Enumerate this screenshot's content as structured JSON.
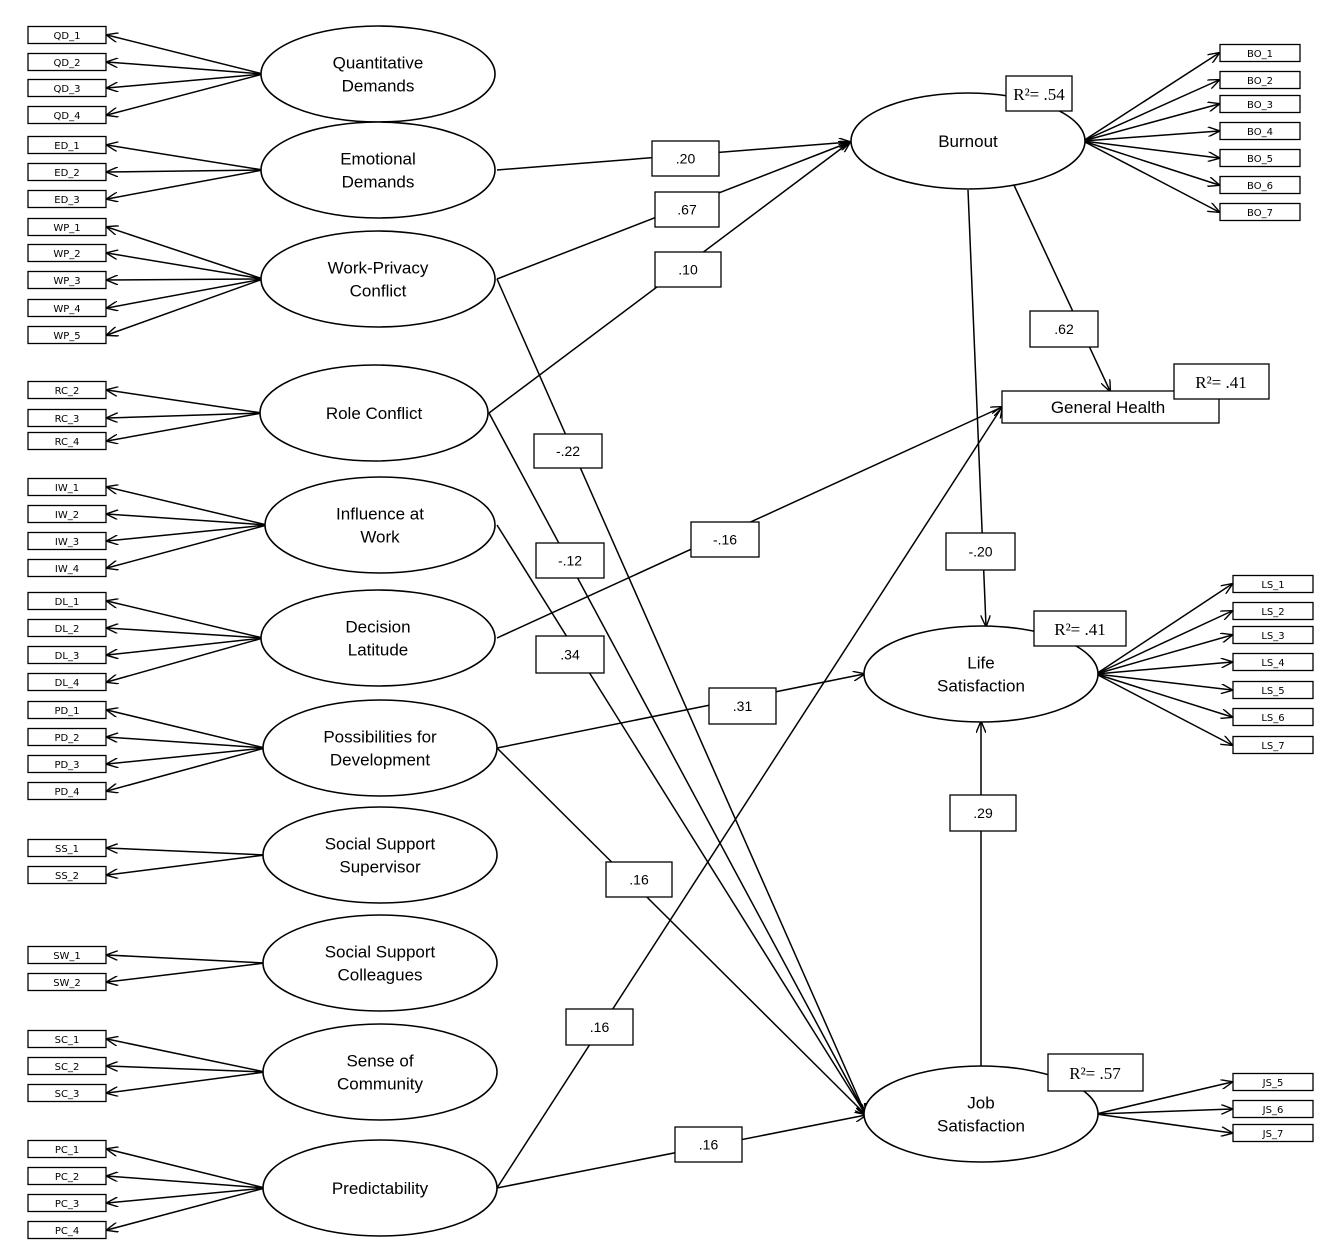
{
  "latents": {
    "qd": [
      "Quantitative",
      "Demands"
    ],
    "ed": [
      "Emotional",
      "Demands"
    ],
    "wp": [
      "Work-Privacy",
      "Conflict"
    ],
    "rc": [
      "Role Conflict"
    ],
    "iw": [
      "Influence at",
      "Work"
    ],
    "dl": [
      "Decision",
      "Latitude"
    ],
    "pd": [
      "Possibilities  for",
      "Development"
    ],
    "ss": [
      "Social Support",
      "Supervisor"
    ],
    "sw": [
      "Social Support",
      "Colleagues"
    ],
    "sc": [
      "Sense of",
      "Community"
    ],
    "pc": [
      "Predictability"
    ],
    "bo": [
      "Burnout"
    ],
    "ls": [
      "Life",
      "Satisfaction"
    ],
    "js": [
      "Job",
      "Satisfaction"
    ]
  },
  "general_health": "General Health",
  "indicators": {
    "qd": [
      "QD_1",
      "QD_2",
      "QD_3",
      "QD_4"
    ],
    "ed": [
      "ED_1",
      "ED_2",
      "ED_3"
    ],
    "wp": [
      "WP_1",
      "WP_2",
      "WP_3",
      "WP_4",
      "WP_5"
    ],
    "rc": [
      "RC_2",
      "RC_3",
      "RC_4"
    ],
    "iw": [
      "IW_1",
      "IW_2",
      "IW_3",
      "IW_4"
    ],
    "dl": [
      "DL_1",
      "DL_2",
      "DL_3",
      "DL_4"
    ],
    "pd": [
      "PD_1",
      "PD_2",
      "PD_3",
      "PD_4"
    ],
    "ss": [
      "SS_1",
      "SS_2"
    ],
    "sw": [
      "SW_1",
      "SW_2"
    ],
    "sc": [
      "SC_1",
      "SC_2",
      "SC_3"
    ],
    "pc": [
      "PC_1",
      "PC_2",
      "PC_3",
      "PC_4"
    ],
    "bo": [
      "BO_1",
      "BO_2",
      "BO_3",
      "BO_4",
      "BO_5",
      "BO_6",
      "BO_7"
    ],
    "ls": [
      "LS_1",
      "LS_2",
      "LS_3",
      "LS_4",
      "LS_5",
      "LS_6",
      "LS_7"
    ],
    "js": [
      "JS_5",
      "JS_6",
      "JS_7"
    ]
  },
  "paths": [
    {
      "from": "Emotional Demands",
      "to": "Burnout",
      "label": ".20"
    },
    {
      "from": "Work-Privacy Conflict",
      "to": "Burnout",
      "label": ".67"
    },
    {
      "from": "Role Conflict",
      "to": "Burnout",
      "label": ".10"
    },
    {
      "from": "Work-Privacy Conflict",
      "to": "Job Satisfaction",
      "label": "-.22"
    },
    {
      "from": "Role Conflict",
      "to": "Job Satisfaction",
      "label": "-.12"
    },
    {
      "from": "Influence at Work",
      "to": "Job Satisfaction",
      "label": ".34"
    },
    {
      "from": "Decision Latitude",
      "to": "General Health",
      "label": "-.16"
    },
    {
      "from": "Possibilities for Development",
      "to": "Life Satisfaction",
      "label": ".31"
    },
    {
      "from": "Possibilities for Development",
      "to": "Job Satisfaction",
      "label": ".16"
    },
    {
      "from": "Predictability",
      "to": "General Health",
      "label": ".16"
    },
    {
      "from": "Predictability",
      "to": "Job Satisfaction",
      "label": ".16"
    },
    {
      "from": "Burnout",
      "to": "General Health",
      "label": ".62"
    },
    {
      "from": "Burnout",
      "to": "Life Satisfaction",
      "label": "-.20"
    },
    {
      "from": "Job Satisfaction",
      "to": "Life Satisfaction",
      "label": ".29"
    }
  ],
  "r_squared": {
    "burnout": "R²= .54",
    "general_health": "R²= .41",
    "life_satisfaction": "R²= .41",
    "job_satisfaction": "R²= .57"
  }
}
